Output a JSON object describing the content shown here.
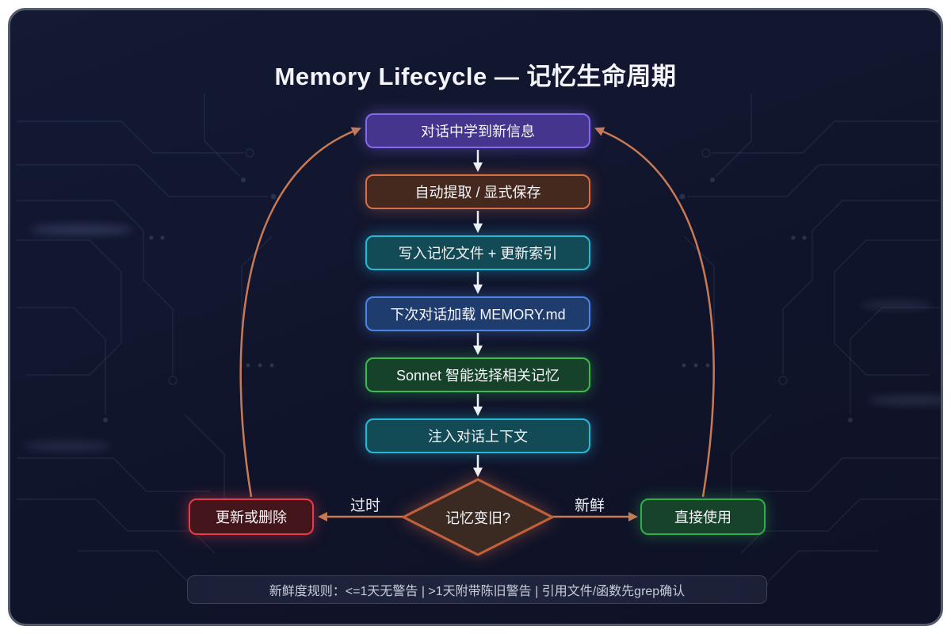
{
  "title": "Memory Lifecycle — 记忆生命周期",
  "colors": {
    "canvas_bg": "#10142a",
    "card_border": "#525a6b",
    "flow_arrow": "#f4f5f8",
    "loop_arrow": "#c97a55",
    "circuit_trace": "#7d90c4",
    "footer_bg": "#1d2238",
    "footer_border": "#3a4059",
    "text": "#f5f6fa"
  },
  "flow": {
    "steps": [
      {
        "label": "对话中学到新信息",
        "border": "#8468ef",
        "fill": "#45358c",
        "glow": "rgba(132,104,239,0.45)"
      },
      {
        "label": "自动提取 / 显式保存",
        "border": "#d4714a",
        "fill": "#46291e",
        "glow": "rgba(212,113,74,0.40)"
      },
      {
        "label": "写入记忆文件 + 更新索引",
        "border": "#29b7d8",
        "fill": "#124a56",
        "glow": "rgba(41,183,216,0.45)"
      },
      {
        "label": "下次对话加载 MEMORY.md",
        "border": "#4d84e2",
        "fill": "#1f3c6e",
        "glow": "rgba(77,132,226,0.45)"
      },
      {
        "label": "Sonnet 智能选择相关记忆",
        "border": "#3cb854",
        "fill": "#16422a",
        "glow": "rgba(60,184,84,0.45)"
      },
      {
        "label": "注入对话上下文",
        "border": "#29b7d8",
        "fill": "#124a56",
        "glow": "rgba(41,183,216,0.45)"
      }
    ],
    "decision": {
      "label": "记忆变旧?",
      "border": "#c2603c",
      "fill": "#3a2a22",
      "glow": "rgba(194,96,60,0.5)"
    },
    "branches": {
      "stale": {
        "condition": "过时",
        "action": "更新或删除",
        "border": "#e63c49",
        "fill": "#44151b",
        "glow": "rgba(230,60,73,0.5)"
      },
      "fresh": {
        "condition": "新鲜",
        "action": "直接使用",
        "border": "#2fae4e",
        "fill": "#17432a",
        "glow": "rgba(47,174,78,0.45)"
      }
    },
    "footer_rule": "新鲜度规则：<=1天无警告 | >1天附带陈旧警告 | 引用文件/函数先grep确认"
  }
}
